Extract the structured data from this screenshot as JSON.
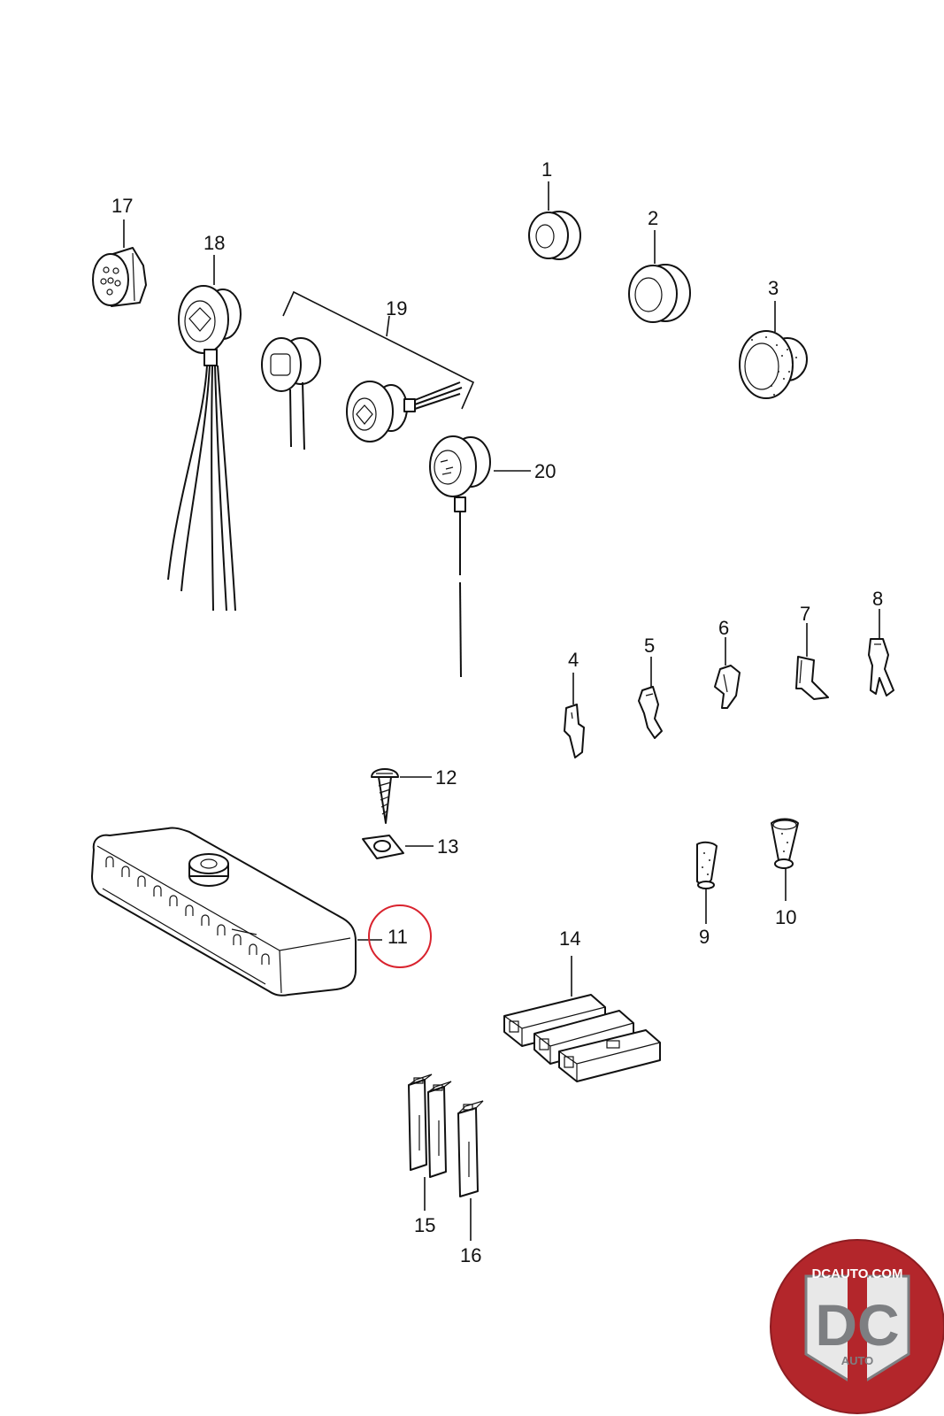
{
  "callouts": {
    "c1": "1",
    "c2": "2",
    "c3": "3",
    "c4": "4",
    "c5": "5",
    "c6": "6",
    "c7": "7",
    "c8": "8",
    "c9": "9",
    "c10": "10",
    "c11": "11",
    "c12": "12",
    "c13": "13",
    "c14": "14",
    "c15": "15",
    "c16": "16",
    "c17": "17",
    "c18": "18",
    "c19": "19",
    "c20": "20"
  },
  "highlight": {
    "callout": "11",
    "color": "#d9232e"
  },
  "logo": {
    "top_text": "DCAUTO.COM",
    "mark": "DC",
    "bottom_text": "AUTO",
    "colors": {
      "red": "#b3262b",
      "grey": "#7d7f82",
      "light": "#e8e8e8"
    }
  }
}
